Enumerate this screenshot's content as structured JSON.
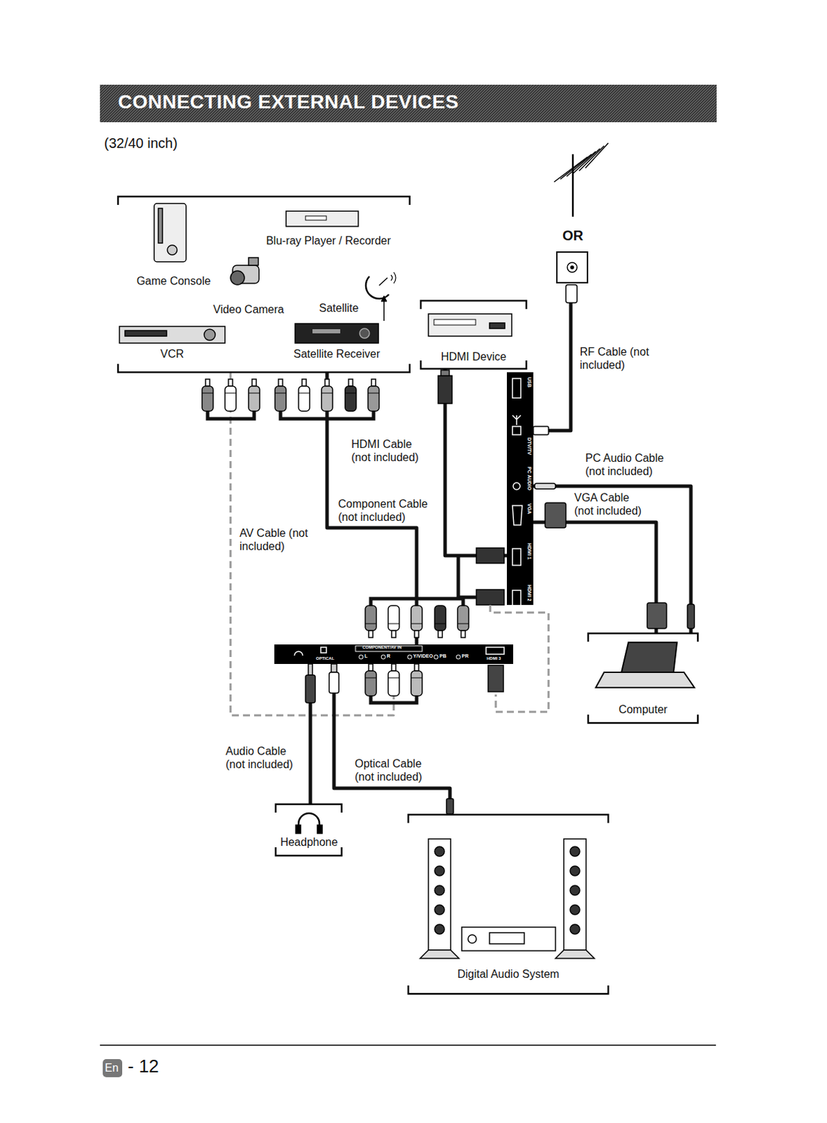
{
  "diagram": {
    "title": "CONNECTING EXTERNAL DEVICES",
    "nodes": [
      {
        "text": []
      },
      {
        "text": [
          "Game Console"
        ],
        "in": 0
      },
      {
        "text": [
          "Blu-ray Player / Recorder"
        ],
        "in": 0
      },
      {
        "text": [
          "Video Camera"
        ],
        "in": 0
      },
      {
        "text": [
          "Satellite"
        ],
        "in": 0
      },
      {
        "text": [
          "VCR"
        ],
        "in": 0
      },
      {
        "text": [
          "Satellite Receiver"
        ],
        "in": 0
      },
      {
        "text": [
          "HDMI Device"
        ]
      },
      {
        "text": [
          "OR"
        ]
      },
      {
        "text": [
          "USB",
          "DTV/TV",
          "PC AUDIO",
          "VGA",
          "HDMI 1",
          "HDMI 2"
        ]
      },
      {
        "text": [
          "OPTICAL",
          "COMPONENT/AV IN",
          "L",
          "R",
          "Y/VIDEO",
          "PB",
          "PR",
          "HDMI 3"
        ]
      },
      {
        "text": [
          "Computer"
        ]
      },
      {
        "text": [
          "Headphone"
        ]
      },
      {
        "text": [
          "Digital Audio System"
        ]
      }
    ],
    "edges": [
      {
        "from": 0,
        "to": 10,
        "label": "Component Cable (not included)",
        "arrow": "none"
      },
      {
        "from": 0,
        "to": 10,
        "label": "AV Cable (not included)",
        "arrow": "none"
      },
      {
        "from": 7,
        "to": 9,
        "label": "HDMI Cable (not included)",
        "arrow": "none"
      },
      {
        "from": 8,
        "to": 9,
        "label": "RF Cable (not included)",
        "arrow": "none"
      },
      {
        "from": 11,
        "to": 9,
        "label": "PC Audio Cable (not included)",
        "arrow": "none"
      },
      {
        "from": 11,
        "to": 9,
        "label": "VGA Cable (not included)",
        "arrow": "none"
      },
      {
        "from": 10,
        "to": 12,
        "label": "Audio Cable (not included)",
        "arrow": "none"
      },
      {
        "from": 10,
        "to": 13,
        "label": "Optical Cable (not included)",
        "arrow": "none"
      }
    ],
    "labels": [
      "(32/40 inch)",
      "En",
      "- 12"
    ]
  }
}
